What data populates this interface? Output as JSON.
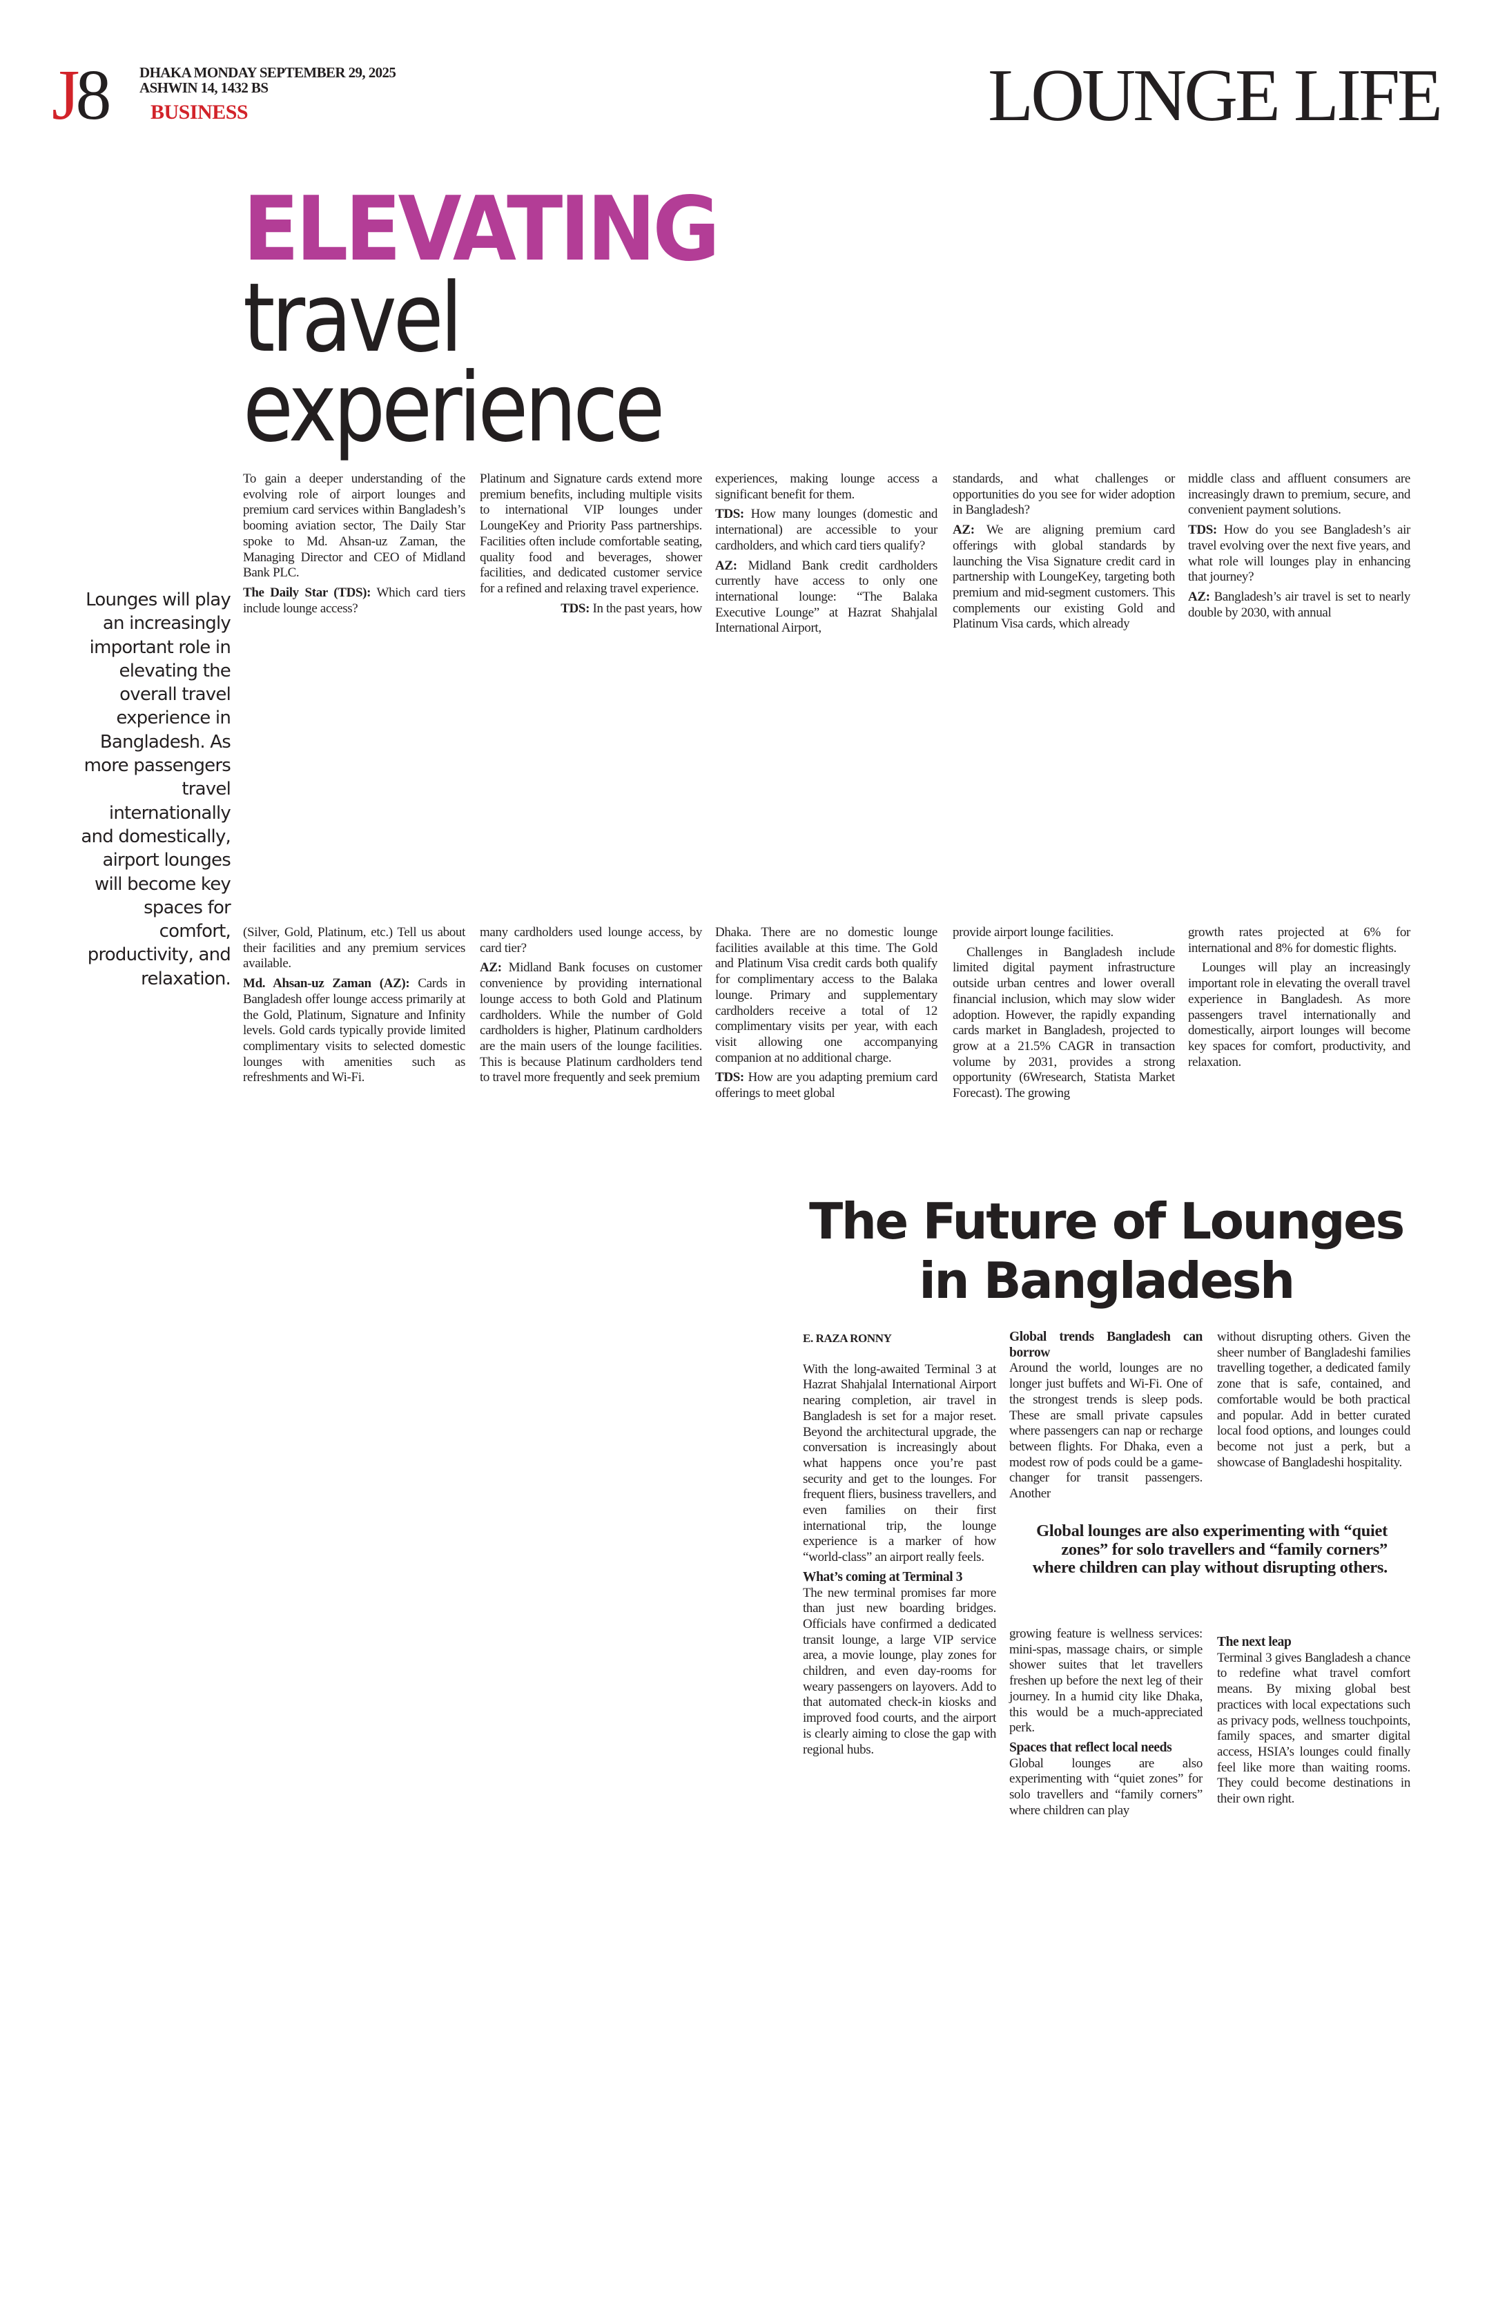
{
  "header": {
    "page_letter": "J",
    "page_number": "8",
    "dateline": "DHAKA MONDAY SEPTEMBER 29, 2025",
    "bangla_date": "ASHWIN 14, 1432 BS",
    "section": "BUSINESS",
    "page_title": "LOUNGE LIFE"
  },
  "article1": {
    "headline_1": "ELEVATING",
    "headline_2": "travel",
    "headline_3": "experience",
    "pull_quote": "Lounges will play an increasingly important role in elevating the overall travel experience in Bangladesh. As more passengers travel internationally and domestically, airport lounges will become key spaces for comfort, productivity, and relaxation.",
    "blocks": [
      [
        {
          "text": "To gain a deeper understanding of the evolving role of airport lounges and premium card services within Bangladesh’s booming aviation sector, The Daily Star spoke to Md. Ahsan-uz Zaman, the Managing Director and CEO of Midland Bank PLC."
        },
        {
          "lead": "The Daily Star (TDS):",
          "text": " Which card tiers include lounge access?"
        }
      ],
      [
        {
          "text": "Platinum and Signature cards extend more premium benefits, including multiple visits to international VIP lounges under LoungeKey and Priority Pass partnerships. Facilities often include comfortable seating, quality food and beverages, shower facilities, and dedicated customer service for a refined and relaxing travel experience."
        },
        {
          "lead": "TDS:",
          "text": " In the past years, how",
          "right": true
        }
      ],
      [
        {
          "text": "experiences, making lounge access a significant benefit for them."
        },
        {
          "lead": "TDS:",
          "text": " How many lounges (domestic and international) are accessible to your cardholders, and which card tiers qualify?"
        },
        {
          "lead": "AZ:",
          "text": " Midland Bank credit cardholders currently have access to only one international lounge: “The Balaka Executive Lounge” at Hazrat Shahjalal International Airport,"
        }
      ],
      [
        {
          "text": "standards, and what challenges or opportunities do you see for wider adoption in Bangladesh?"
        },
        {
          "lead": "AZ:",
          "text": " We are aligning premium card offerings with global standards by launching the Visa Signature credit card in partnership with LoungeKey, targeting both premium and mid-segment customers. This complements our existing Gold and Platinum Visa cards, which already"
        }
      ],
      [
        {
          "text": "middle class and affluent consumers are increasingly drawn to premium, secure, and convenient payment solutions."
        },
        {
          "lead": "TDS:",
          "text": " How do you see Bangladesh’s air travel evolving over the next five years, and what role will lounges play in enhancing that journey?"
        },
        {
          "lead": "AZ:",
          "text": " Bangladesh’s air travel is set to nearly double by 2030, with annual"
        }
      ],
      [
        {
          "text": "(Silver, Gold, Platinum, etc.) Tell us about their facilities and any premium services available."
        },
        {
          "lead": "Md. Ahsan-uz Zaman (AZ):",
          "text": " Cards in Bangladesh offer lounge access primarily at the Gold, Platinum, Signature and Infinity levels. Gold cards typically provide limited complimentary visits to selected domestic lounges with amenities such as refreshments and Wi-Fi."
        }
      ],
      [
        {
          "text": "many cardholders used lounge access, by card tier?"
        },
        {
          "lead": "AZ:",
          "text": " Midland Bank focuses on customer convenience by providing international lounge access to both Gold and Platinum cardholders. While the number of Gold cardholders is higher, Platinum cardholders are the main users of the lounge facilities. This is because Platinum cardholders tend to travel more frequently and seek premium"
        }
      ],
      [
        {
          "text": "Dhaka. There are no domestic lounge facilities available at this time. The Gold and Platinum Visa credit cards both qualify for complimentary access to the Balaka lounge. Primary and supplementary cardholders receive a total of 12 complimentary visits per year, with each visit allowing one accompanying companion at no additional charge."
        },
        {
          "lead": "TDS:",
          "text": " How are you adapting premium card offerings to meet global"
        }
      ],
      [
        {
          "text": "provide airport lounge facilities."
        },
        {
          "text": "Challenges in Bangladesh include limited digital payment infrastructure outside urban centres and lower overall financial inclusion, which may slow wider adoption. However, the rapidly expanding cards market in Bangladesh, projected to grow at a 21.5% CAGR in transaction volume by 2031, provides a strong opportunity (6Wresearch, Statista Market Forecast). The growing",
          "indent": true
        }
      ],
      [
        {
          "text": "growth rates projected at 6% for international and 8% for domestic flights."
        },
        {
          "text": "Lounges will play an increasingly important role in elevating the overall travel experience in Bangladesh. As more passengers travel internationally and domestically, airport lounges will become key spaces for comfort, productivity, and relaxation.",
          "indent": true
        }
      ]
    ]
  },
  "article2": {
    "headline": "The Future of Lounges in Bangladesh",
    "byline": "E. RAZA RONNY",
    "pull_quote": "Global lounges are also experimenting with “quiet zones” for solo travellers and “family corners” where children can play without disrupting others.",
    "blocks": [
      [
        {
          "text": "With the long-awaited Terminal 3 at Hazrat Shahjalal International Airport nearing completion, air travel in Bangladesh is set for a major reset. Beyond the architectural upgrade, the conversation is increasingly about what happens once you’re past security and get to the lounges. For frequent fliers, business travellers, and even families on their first international trip, the lounge experience is a marker of how “world-class” an airport really feels."
        },
        {
          "head": "What’s coming at Terminal 3",
          "text": "The new terminal promises far more than just new boarding bridges. Officials have confirmed a dedicated transit lounge, a large VIP service area, a movie lounge, play zones for children, and even day-rooms for weary passengers on layovers. Add to that automated check-in kiosks and improved food courts, and the airport is clearly aiming to close the gap with regional hubs."
        }
      ],
      [
        {
          "head": "Global trends Bangladesh can borrow",
          "text": "Around the world, lounges are no longer just buffets and Wi-Fi. One of the strongest trends is sleep pods. These are small private capsules where passengers can nap or recharge between flights. For Dhaka, even a modest row of pods could be a game-changer for transit passengers. Another"
        }
      ],
      [
        {
          "text": "without disrupting others. Given the sheer number of Bangladeshi families travelling together, a dedicated family zone that is safe, contained, and comfortable would be both practical and popular. Add in better curated local food options, and lounges could become not just a perk, but a showcase of Bangladeshi hospitality."
        }
      ],
      [
        {
          "text": "growing feature is wellness services: mini-spas, massage chairs, or simple shower suites that let travellers freshen up before the next leg of their journey. In a humid city like Dhaka, this would be a much-appreciated perk."
        },
        {
          "head": "Spaces that reflect local needs",
          "text": "Global lounges are also experimenting with “quiet zones” for solo travellers and “family corners” where children can play"
        }
      ],
      [
        {
          "head": "The next leap",
          "text": "Terminal 3 gives Bangladesh a chance to redefine what travel comfort means. By mixing global best practices with local expectations such as privacy pods, wellness touchpoints, family spaces, and smarter digital access, HSIA’s lounges could finally feel like more than waiting rooms. They could become destinations in their own right."
        }
      ]
    ]
  }
}
